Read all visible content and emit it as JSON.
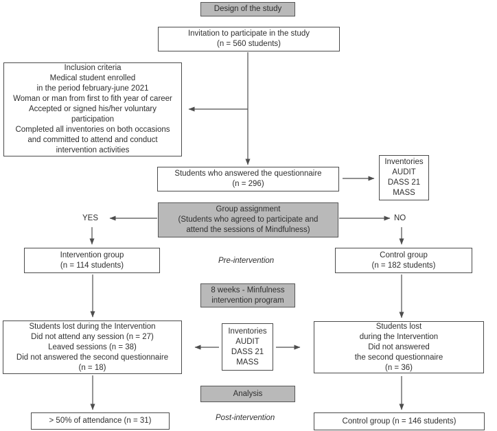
{
  "diagram": {
    "title_box": "Design of the study",
    "boxes": {
      "invitation": {
        "lines": [
          "Invitation to participate in the study",
          "(n = 560 students)"
        ]
      },
      "inclusion": {
        "lines": [
          "Inclusion criteria",
          "Medical student enrolled",
          "in the period february-june 2021",
          "Woman or man from first to fith year of career",
          "Accepted or signed his/her voluntary",
          "participation",
          "Completed all inventories on both occasions",
          "and committed to attend and conduct",
          "intervention activities"
        ]
      },
      "questionnaire": {
        "lines": [
          "Students who answered the questionnaire",
          "(n = 296)"
        ]
      },
      "inventories_top": {
        "lines": [
          "Inventories",
          "AUDIT",
          "DASS 21",
          "MASS"
        ]
      },
      "group_assignment": {
        "lines": [
          "Group assignment",
          "(Students who agreed to participate and",
          "attend the sessions of Mindfulness)"
        ]
      },
      "intervention_group": {
        "lines": [
          "Intervention group",
          "(n = 114 students)"
        ]
      },
      "control_group": {
        "lines": [
          "Control group",
          "(n = 182 students)"
        ]
      },
      "eight_weeks": {
        "lines": [
          "8 weeks - Minfulness",
          "intervention program"
        ]
      },
      "students_lost_left": {
        "lines": [
          "Students lost during the Intervention",
          "Did not attend any session (n = 27)",
          "Leaved sessions (n = 38)",
          "Did not answered the second questionnaire",
          "(n = 18)"
        ]
      },
      "inventories_mid": {
        "lines": [
          "Inventories",
          "AUDIT",
          "DASS 21",
          "MASS"
        ]
      },
      "students_lost_right": {
        "lines": [
          "Students lost",
          "during the Intervention",
          "Did not answered",
          "the second questionnaire",
          "(n = 36)"
        ]
      },
      "analysis": "Analysis",
      "attendance": "> 50% of attendance (n = 31)",
      "control_group_final": "Control group (n = 146 students)"
    },
    "labels": {
      "yes": "YES",
      "no": "NO",
      "pre_intervention": "Pre-intervention",
      "post_intervention": "Post-intervention"
    },
    "colors": {
      "gray_box_fill": "#b9b9b9",
      "box_border": "#4a4a4a",
      "arrow": "#4d4d4d",
      "text": "#2e2e2e",
      "background": "#ffffff"
    }
  }
}
